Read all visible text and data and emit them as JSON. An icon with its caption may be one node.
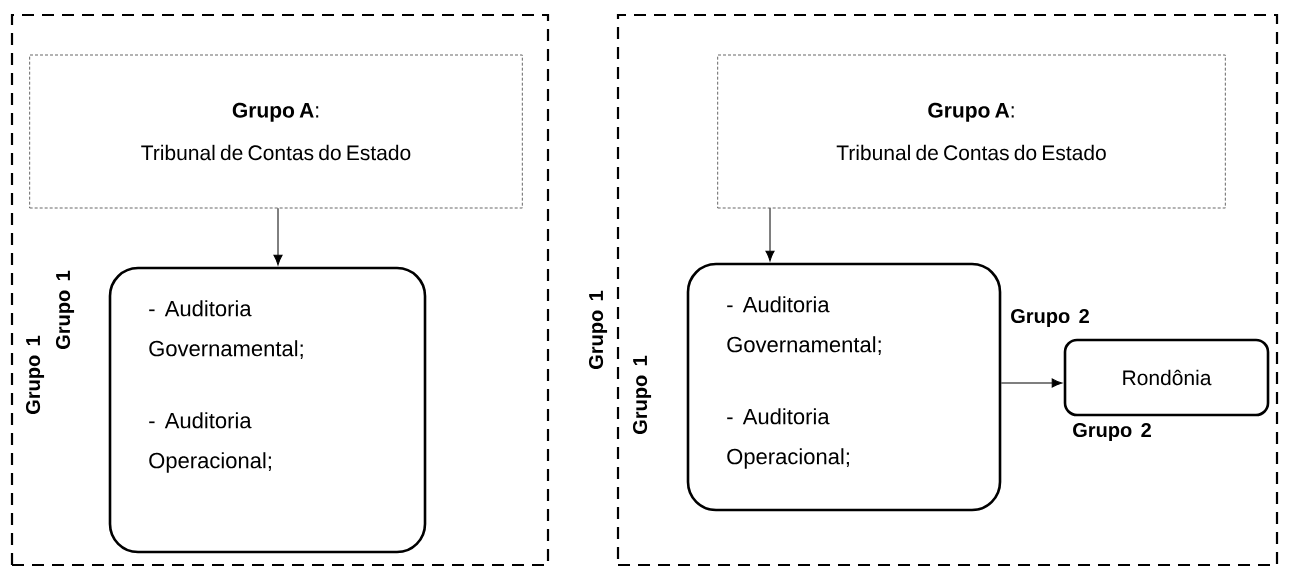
{
  "diagram": {
    "nodes": [
      {
        "text": [],
        "shape": "box"
      },
      {
        "text": [
          "**Grupo A**:",
          "Tribunal de Contas do Estado"
        ],
        "in": 0
      },
      {
        "text": [
          "- Auditoria Governamental;",
          "- Auditoria Operacional;"
        ],
        "in": 0
      },
      {
        "text": [],
        "shape": "box"
      },
      {
        "text": [
          "**Grupo A**:",
          "Tribunal de Contas do Estado"
        ],
        "in": 3
      },
      {
        "text": [
          "- Auditoria Governamental;",
          "- Auditoria Operacional;"
        ],
        "in": 3
      },
      {
        "text": [
          "Rondônia"
        ],
        "in": 3
      }
    ],
    "edges": [
      {
        "from": 1,
        "to": 2,
        "arrow": "to"
      },
      {
        "from": 4,
        "to": 5,
        "arrow": "to"
      },
      {
        "from": 5,
        "to": 6,
        "arrow": "to"
      }
    ],
    "labels": [
      "Grupo 1",
      "Grupo 1",
      "Grupo 1",
      "Grupo 1",
      "Grupo 2",
      "Grupo 2"
    ]
  }
}
